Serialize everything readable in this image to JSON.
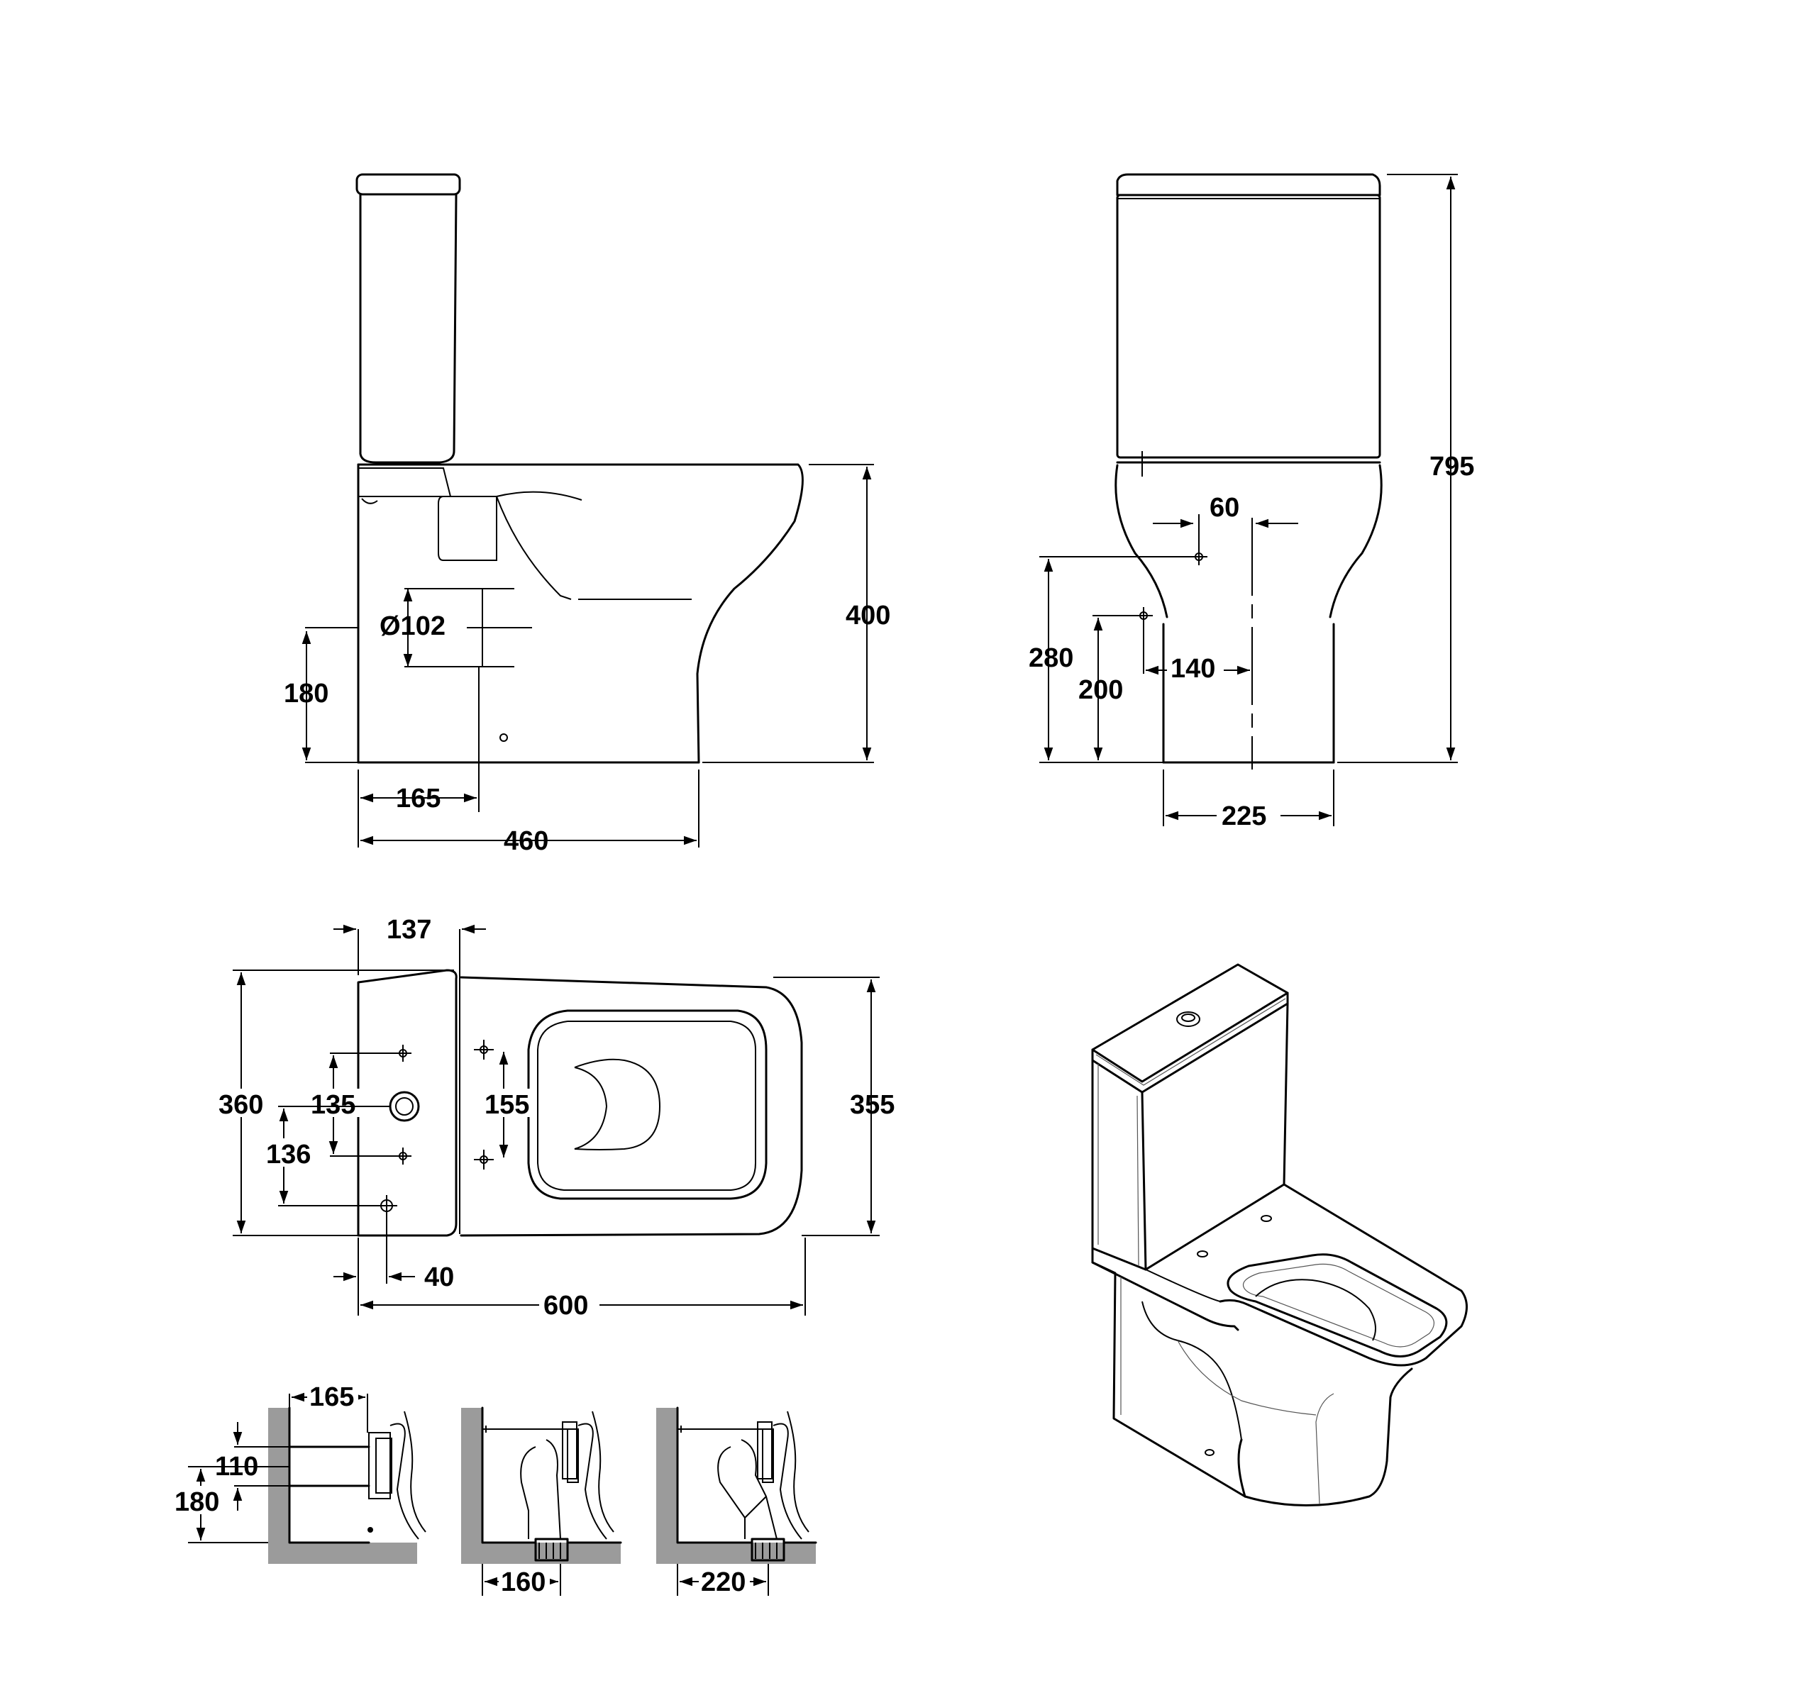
{
  "side_view": {
    "labels": {
      "dia": "Ø102",
      "h180": "180",
      "d165": "165",
      "d460": "460",
      "h400": "400"
    }
  },
  "front_view": {
    "labels": {
      "d60": "60",
      "h280": "280",
      "h200": "200",
      "d140": "140",
      "d225": "225",
      "h795": "795"
    }
  },
  "top_view": {
    "labels": {
      "d137": "137",
      "h360": "360",
      "d135": "135",
      "d136": "136",
      "d155": "155",
      "h355": "355",
      "d40": "40",
      "d600": "600"
    }
  },
  "outlet_variants": [
    {
      "labels": {
        "d165": "165",
        "d110": "110",
        "h180": "180"
      }
    },
    {
      "labels": {
        "d160": "160"
      }
    },
    {
      "labels": {
        "d220": "220"
      }
    }
  ],
  "colors": {
    "line": "#000000",
    "wall": "#9b9b9b",
    "background": "#ffffff"
  }
}
